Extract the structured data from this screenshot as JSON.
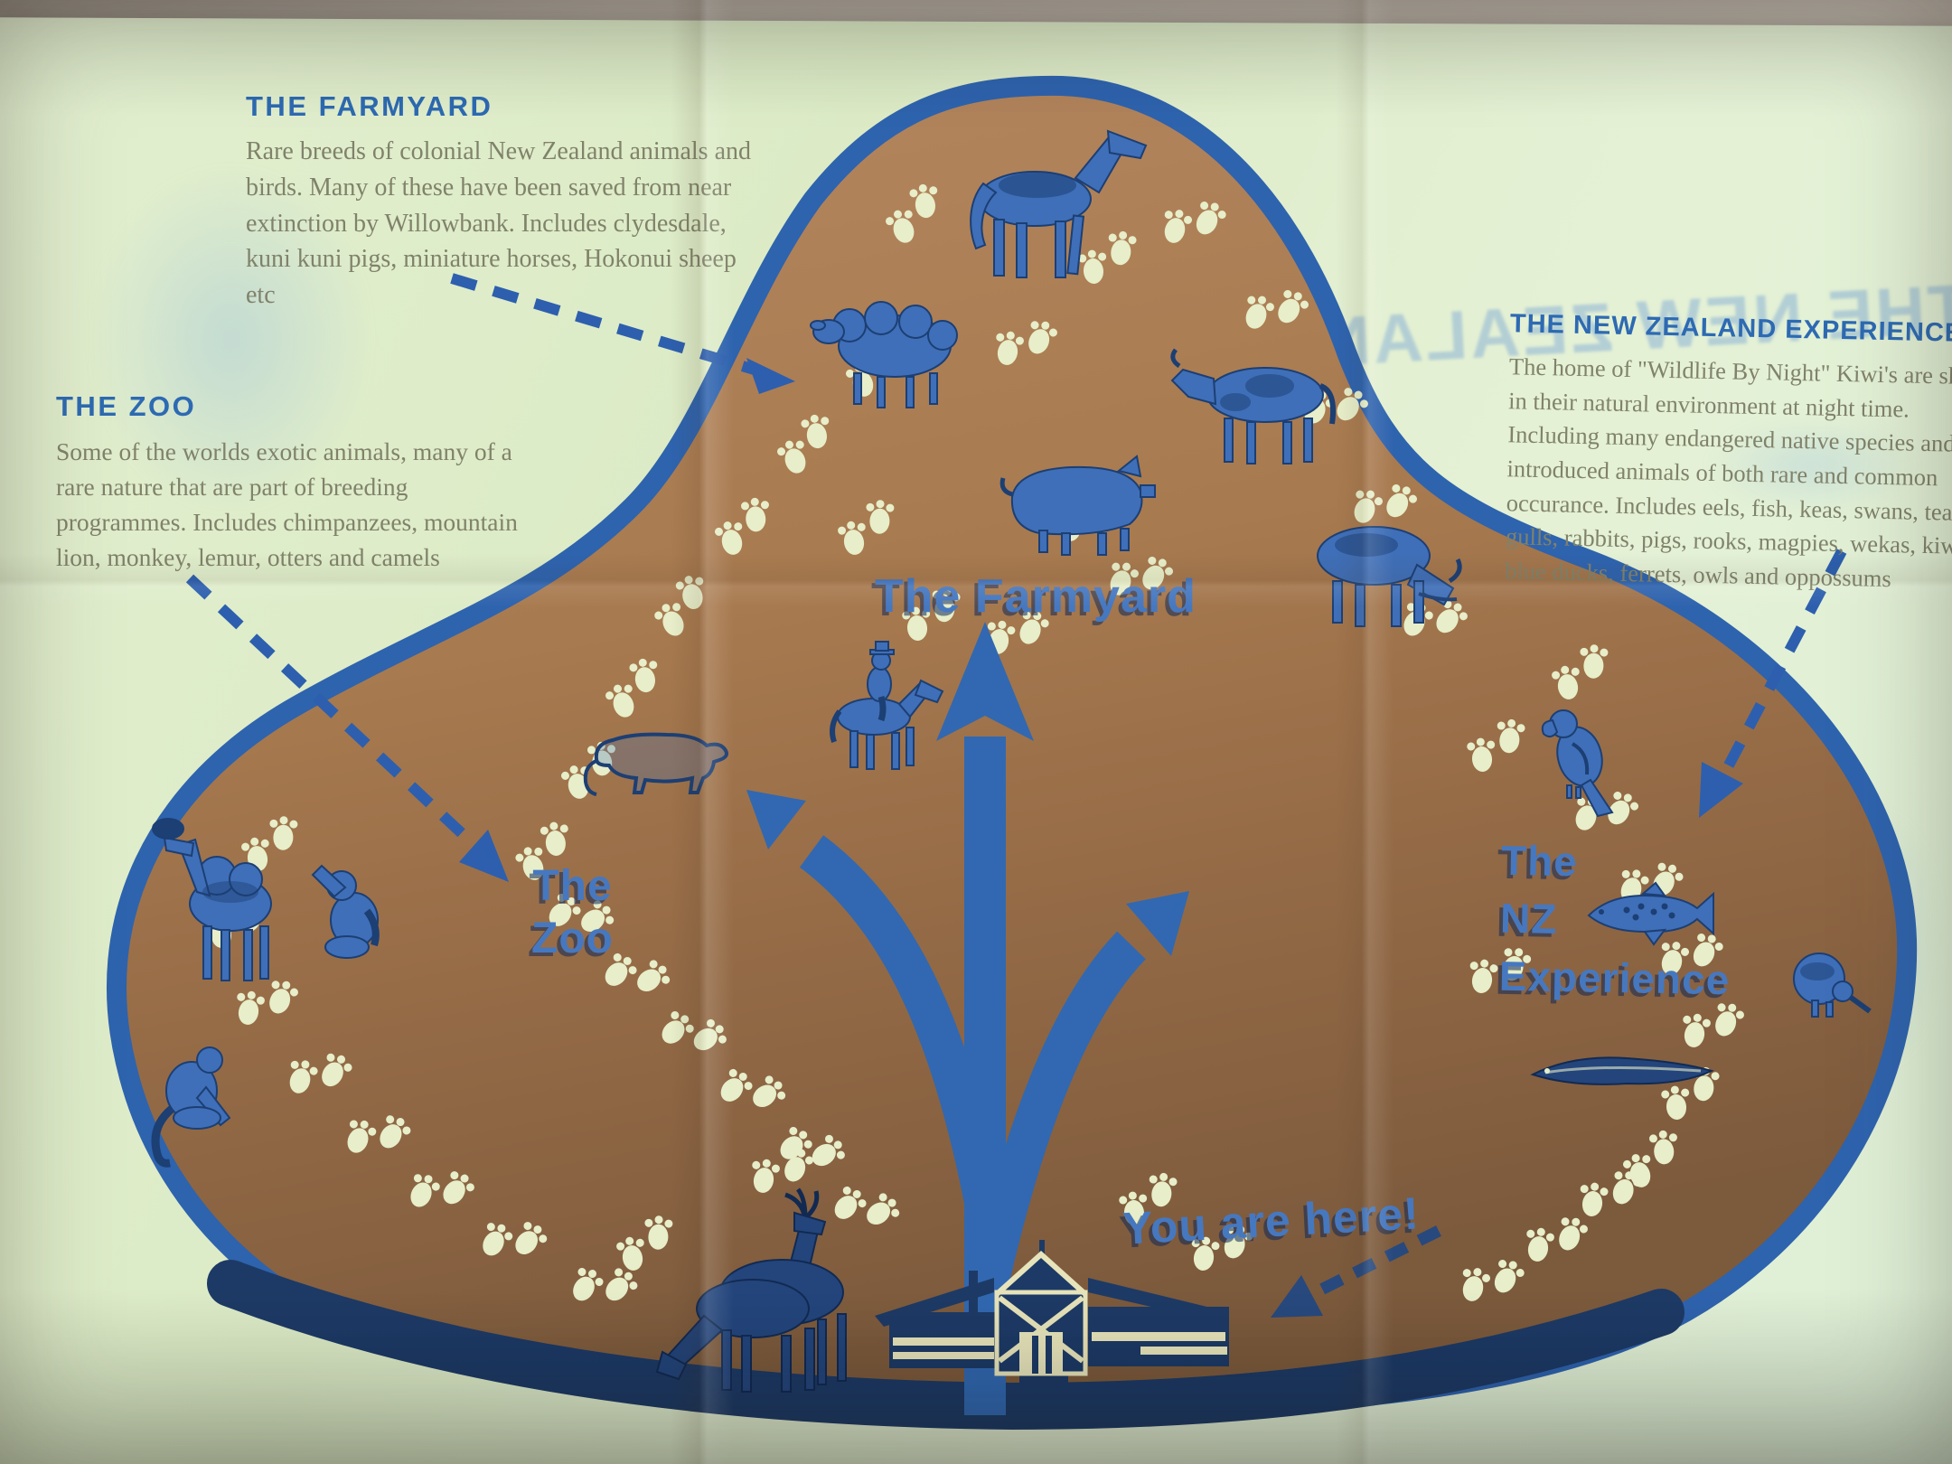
{
  "callouts": {
    "farmyard": {
      "heading": "THE FARMYARD",
      "body": "Rare breeds of colonial New Zealand animals and birds. Many of these have been saved from near extinction by Willowbank. Includes clydesdale, kuni kuni pigs, miniature horses, Hokonui sheep etc"
    },
    "zoo": {
      "heading": "THE ZOO",
      "body": "Some of the worlds exotic animals, many of a rare nature that are part of breeding programmes. Includes chimpanzees, mountain lion, monkey, lemur, otters and camels"
    },
    "nz_experience": {
      "heading": "THE NEW ZEALAND EXPERIENCE",
      "body": "The home of \"Wildlife By Night\" Kiwi's are shown in their natural environment at night time. Including many endangered native species and introduced animals of both rare and common occurance. Includes eels, fish, keas, swans, teal, gulls, rabbits, pigs, rooks, magpies, wekas, kiwis, blue ducks, ferrets, owls and oppossums"
    }
  },
  "map_labels": {
    "farmyard": "The Farmyard",
    "zoo": [
      "The",
      "Zoo"
    ],
    "nz": [
      "The",
      "NZ",
      "Experience"
    ],
    "you_are_here": "You are here!"
  },
  "bleed_through": {
    "title_reversed": "THE NEW ZEALAND"
  },
  "animals": [
    "horse",
    "sheep",
    "cow",
    "pig",
    "highland cattle",
    "mountain lion",
    "horse and rider",
    "camel",
    "chimpanzee",
    "monkey",
    "deer",
    "kea",
    "trout",
    "kiwi",
    "eel"
  ],
  "palette": {
    "paper": "#dfedcb",
    "map_brown": "#a87a4f",
    "border_blue": "#2e63ae",
    "route_blue": "#3168b1",
    "ink_navy": "#1d3a66",
    "footprint_cream": "#e7eec9",
    "label_blue": "#4678c0",
    "heading_blue": "#2d6ab2",
    "body_text": "#80826a"
  }
}
